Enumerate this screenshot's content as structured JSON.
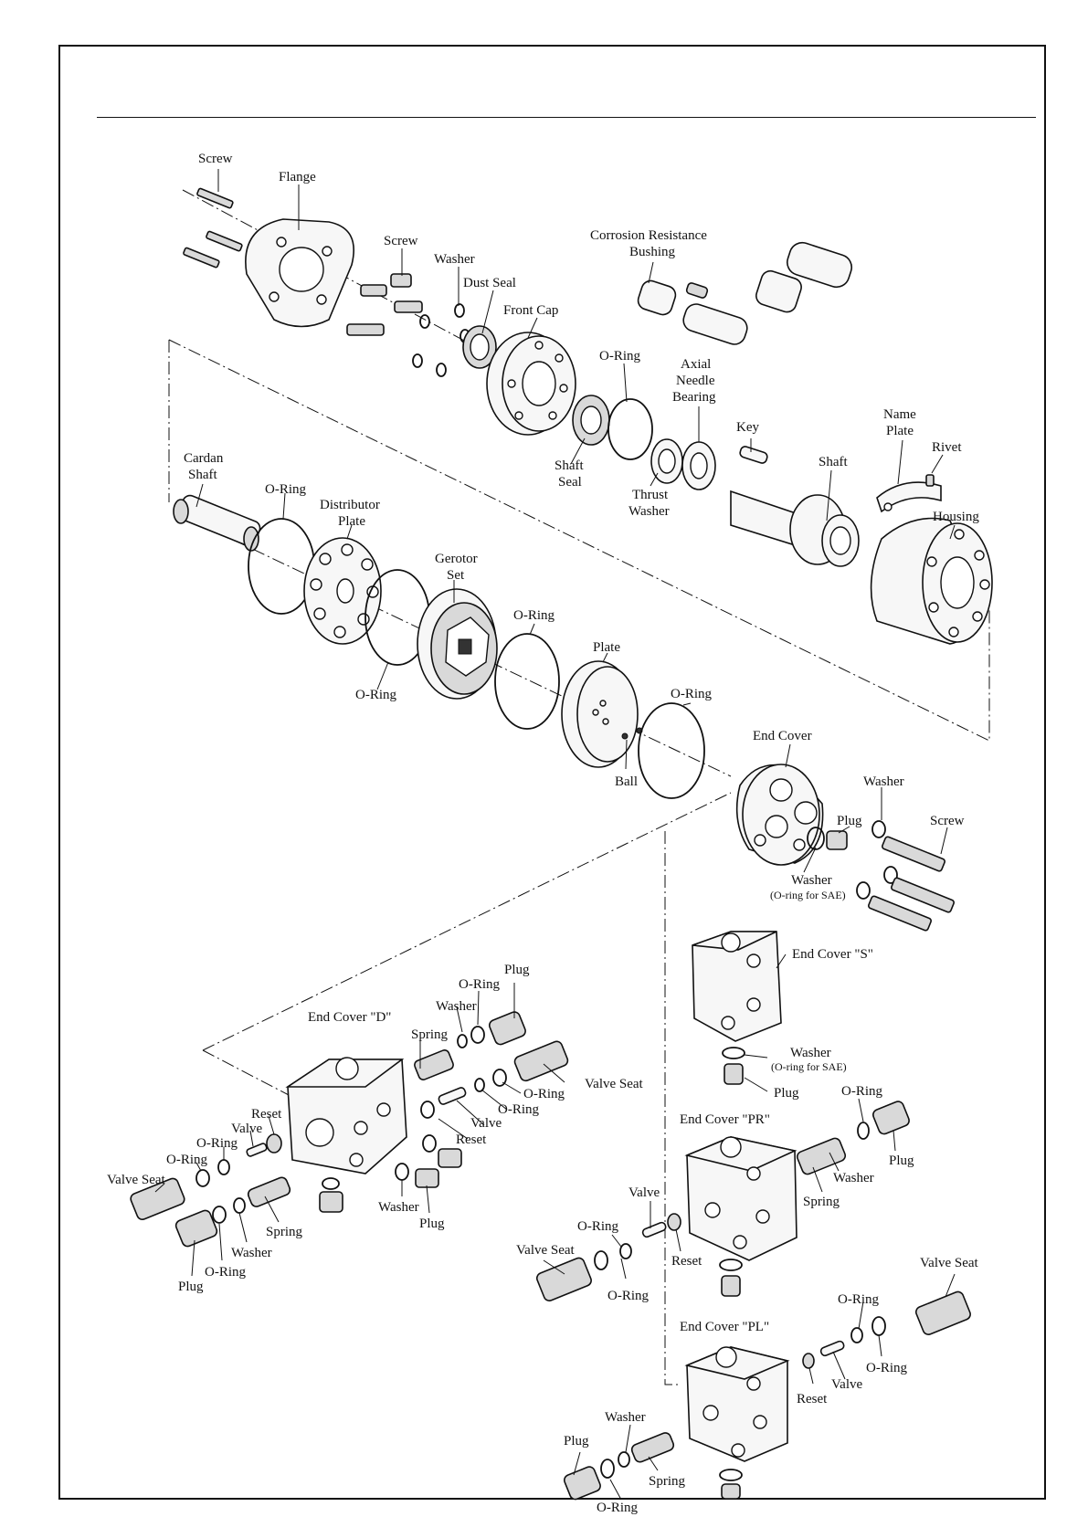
{
  "labels": {
    "screw_top": "Screw",
    "flange": "Flange",
    "screw_mid": "Screw",
    "washer_top": "Washer",
    "dust_seal": "Dust Seal",
    "front_cap": "Front Cap",
    "corrosion_bushing_1": "Corrosion Resistance",
    "corrosion_bushing_2": "Bushing",
    "oring_front": "O-Ring",
    "axial_1": "Axial",
    "axial_2": "Needle",
    "axial_3": "Bearing",
    "key": "Key",
    "name_plate_1": "Name",
    "name_plate_2": "Plate",
    "rivet": "Rivet",
    "shaft": "Shaft",
    "housing": "Housing",
    "shaft_seal_1": "Shaft",
    "shaft_seal_2": "Seal",
    "thrust_washer_1": "Thrust",
    "thrust_washer_2": "Washer",
    "cardan_1": "Cardan",
    "cardan_2": "Shaft",
    "oring_cardan": "O-Ring",
    "distributor_1": "Distributor",
    "distributor_2": "Plate",
    "gerotor_1": "Gerotor",
    "gerotor_2": "Set",
    "oring_gerotor": "O-Ring",
    "plate": "Plate",
    "oring_dist": "O-Ring",
    "oring_plate": "O-Ring",
    "ball": "Ball",
    "end_cover": "End Cover",
    "washer_endcover": "Washer",
    "plug_endcover": "Plug",
    "screw_endcover": "Screw",
    "washer_sae_1": "Washer",
    "washer_sae_2": "(O-ring for SAE)",
    "d_title": "End Cover \"D\"",
    "d_plug_top": "Plug",
    "d_oring_top": "O-Ring",
    "d_washer_top": "Washer",
    "d_spring_top": "Spring",
    "d_valve_seat_right": "Valve Seat",
    "d_oring_r1": "O-Ring",
    "d_oring_r2": "O-Ring",
    "d_valve_r": "Valve",
    "d_reset_r": "Reset",
    "d_reset_l": "Reset",
    "d_valve_l": "Valve",
    "d_oring_l1": "O-Ring",
    "d_oring_l2": "O-Ring",
    "d_valve_seat_left": "Valve Seat",
    "d_spring_bottom": "Spring",
    "d_washer_bottom": "Washer",
    "d_washer_mid": "Washer",
    "d_plug_mid": "Plug",
    "d_oring_bottom": "O-Ring",
    "d_plug_bottom": "Plug",
    "s_title": "End Cover \"S\"",
    "s_washer_1": "Washer",
    "s_washer_2": "(O-ring for SAE)",
    "s_plug": "Plug",
    "pr_title": "End Cover \"PR\"",
    "pr_oring": "O-Ring",
    "pr_plug": "Plug",
    "pr_washer": "Washer",
    "pr_spring": "Spring",
    "pr_valve": "Valve",
    "pr_oring_l": "O-Ring",
    "pr_valve_seat": "Valve Seat",
    "pr_reset": "Reset",
    "pr_oring_b": "O-Ring",
    "pl_title": "End Cover \"PL\"",
    "pl_valve_seat": "Valve Seat",
    "pl_oring_t": "O-Ring",
    "pl_oring_b": "O-Ring",
    "pl_reset": "Reset",
    "pl_valve": "Valve",
    "pl_washer": "Washer",
    "pl_plug": "Plug",
    "pl_spring": "Spring",
    "pl_oring": "O-Ring"
  }
}
